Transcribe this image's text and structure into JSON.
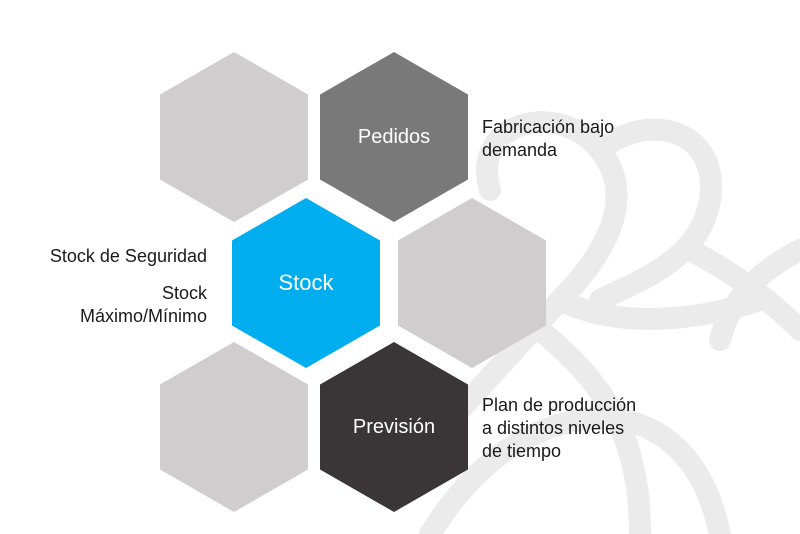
{
  "hexagons": {
    "top_left": {
      "label": "",
      "color": "#cfcdcd"
    },
    "pedidos": {
      "label": "Pedidos",
      "color": "#7a7979"
    },
    "stock": {
      "label": "Stock",
      "color": "#00aeef"
    },
    "middle_right": {
      "label": "",
      "color": "#cfcdcd"
    },
    "bottom_left": {
      "label": "",
      "color": "#cfcdcd"
    },
    "prevision": {
      "label": "Previsión",
      "color": "#3a3536"
    }
  },
  "annotations": {
    "pedidos": [
      "Fabricación bajo",
      "demanda"
    ],
    "stock_lines": [
      "Stock de Seguridad"
    ],
    "stock_minmax": [
      "Stock",
      "Máximo/Mínimo"
    ],
    "prevision": [
      "Plan de producción",
      "a distintos niveles",
      "de tiempo"
    ]
  },
  "background": {
    "watermark_color": "#ececec"
  }
}
